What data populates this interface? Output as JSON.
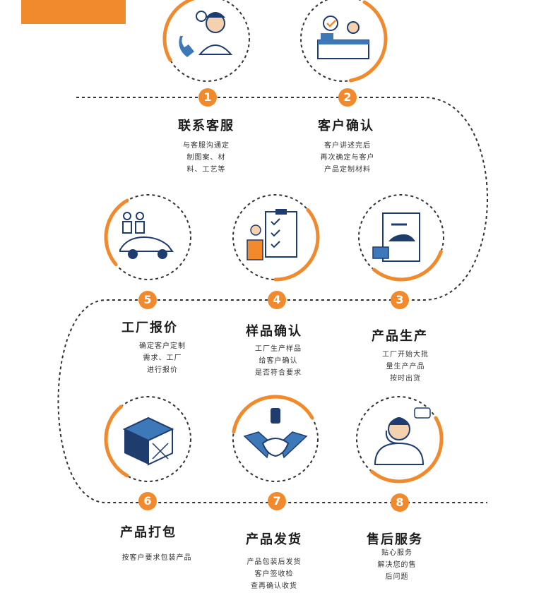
{
  "accent_color": "#f08a2c",
  "steps": [
    {
      "num": "1",
      "title": "联系客服",
      "desc": [
        "与客服沟通定",
        "制图案、材",
        "料、工艺等"
      ],
      "icon": "customer-service-phone-icon"
    },
    {
      "num": "2",
      "title": "客户确认",
      "desc": [
        "客户讲述完后",
        "再次确定与客户",
        "产品定制材料"
      ],
      "icon": "front-desk-approval-icon"
    },
    {
      "num": "3",
      "title": "产品生产",
      "desc": [
        "工厂开始大批",
        "量生产产品",
        "按时出货"
      ],
      "icon": "car-blueprint-icon"
    },
    {
      "num": "4",
      "title": "样品确认",
      "desc": [
        "工厂生产样品",
        "给客户确认",
        "是否符合要求"
      ],
      "icon": "checklist-clipboard-icon"
    },
    {
      "num": "5",
      "title": "工厂报价",
      "desc": [
        "确定客户定制",
        "需求、工厂",
        "进行报价"
      ],
      "icon": "car-showroom-icon"
    },
    {
      "num": "6",
      "title": "产品打包",
      "desc": [
        "按客户要求包装产品"
      ],
      "icon": "package-box-icon"
    },
    {
      "num": "7",
      "title": "产品发货",
      "desc": [
        "产品包装后发货",
        "客户签收检",
        "查再确认收货"
      ],
      "icon": "handshake-icon"
    },
    {
      "num": "8",
      "title": "售后服务",
      "desc": [
        "贴心服务",
        "解决您的售",
        "后问题"
      ],
      "icon": "after-sales-headset-icon"
    }
  ]
}
